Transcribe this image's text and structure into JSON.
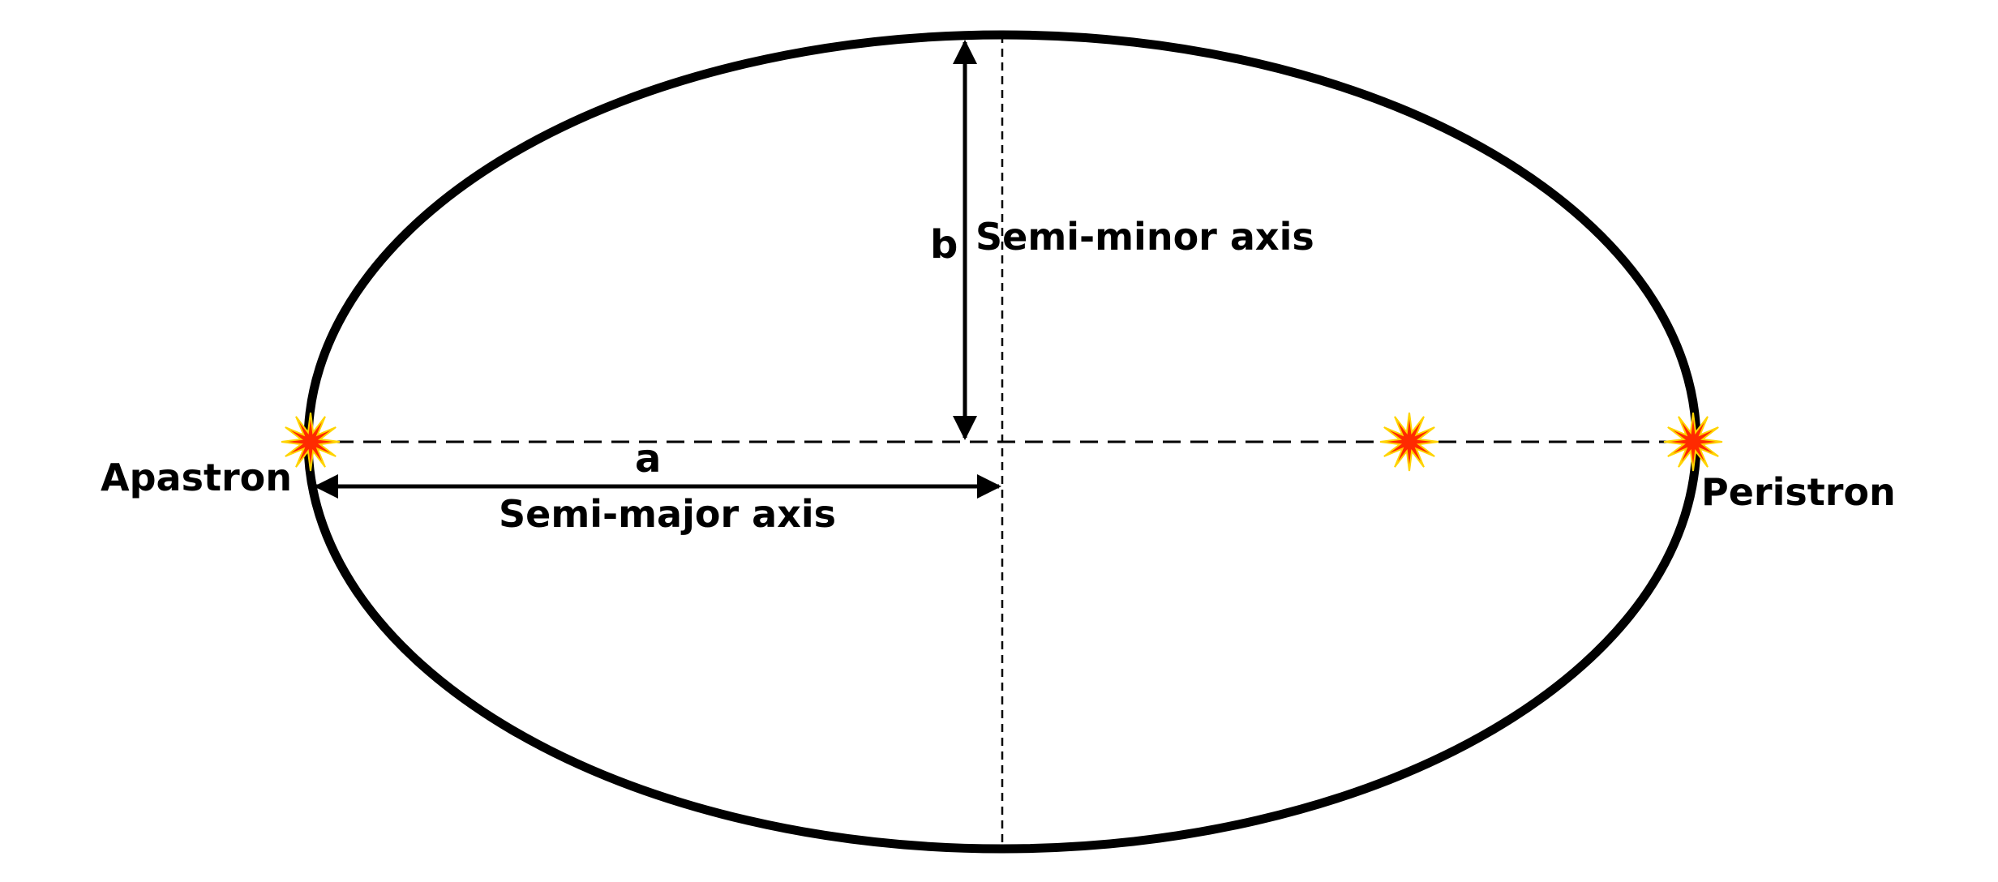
{
  "labels": {
    "apastron": "Apastron",
    "periastron": "Peristron",
    "semi_major_symbol": "a",
    "semi_major_label": "Semi-major axis",
    "semi_minor_symbol": "b",
    "semi_minor_label": "Semi-minor axis"
  },
  "colors": {
    "orbit_stroke": "#000000",
    "star_fill": "#ff2a00",
    "star_stroke": "#ffd400",
    "background": "#ffffff"
  }
}
